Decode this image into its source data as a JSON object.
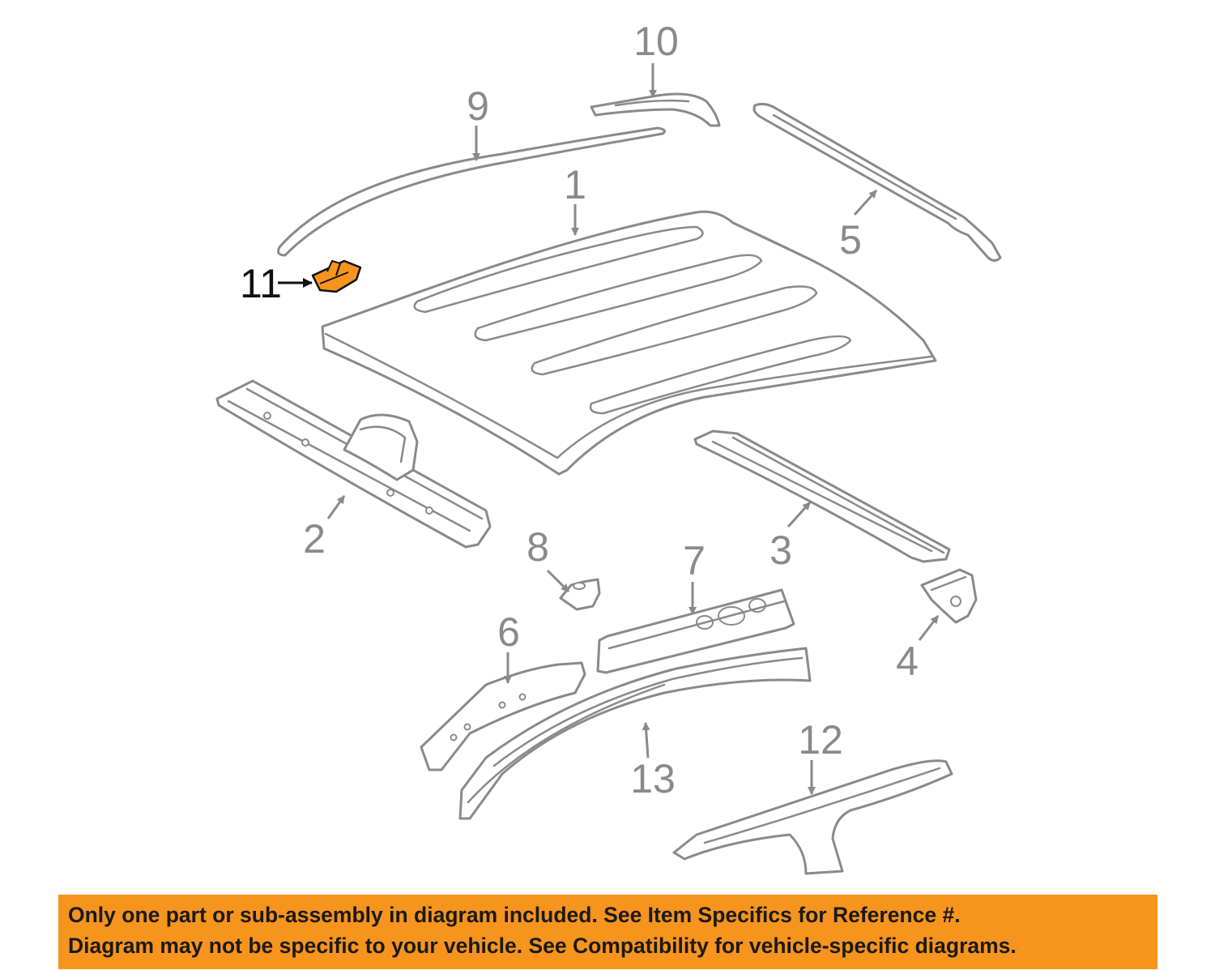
{
  "callouts": {
    "c1": "1",
    "c2": "2",
    "c3": "3",
    "c4": "4",
    "c5": "5",
    "c6": "6",
    "c7": "7",
    "c8": "8",
    "c9": "9",
    "c10": "10",
    "c11": "11",
    "c12": "12",
    "c13": "13"
  },
  "highlight": {
    "part": "11",
    "color": "#f7941d"
  },
  "banner": {
    "line1": "Only one part or sub-assembly in diagram included. See Item Specifics for Reference #.",
    "line2": "Diagram may not be specific to your vehicle. See Compatibility for vehicle-specific diagrams.",
    "background": "#f7941d"
  }
}
